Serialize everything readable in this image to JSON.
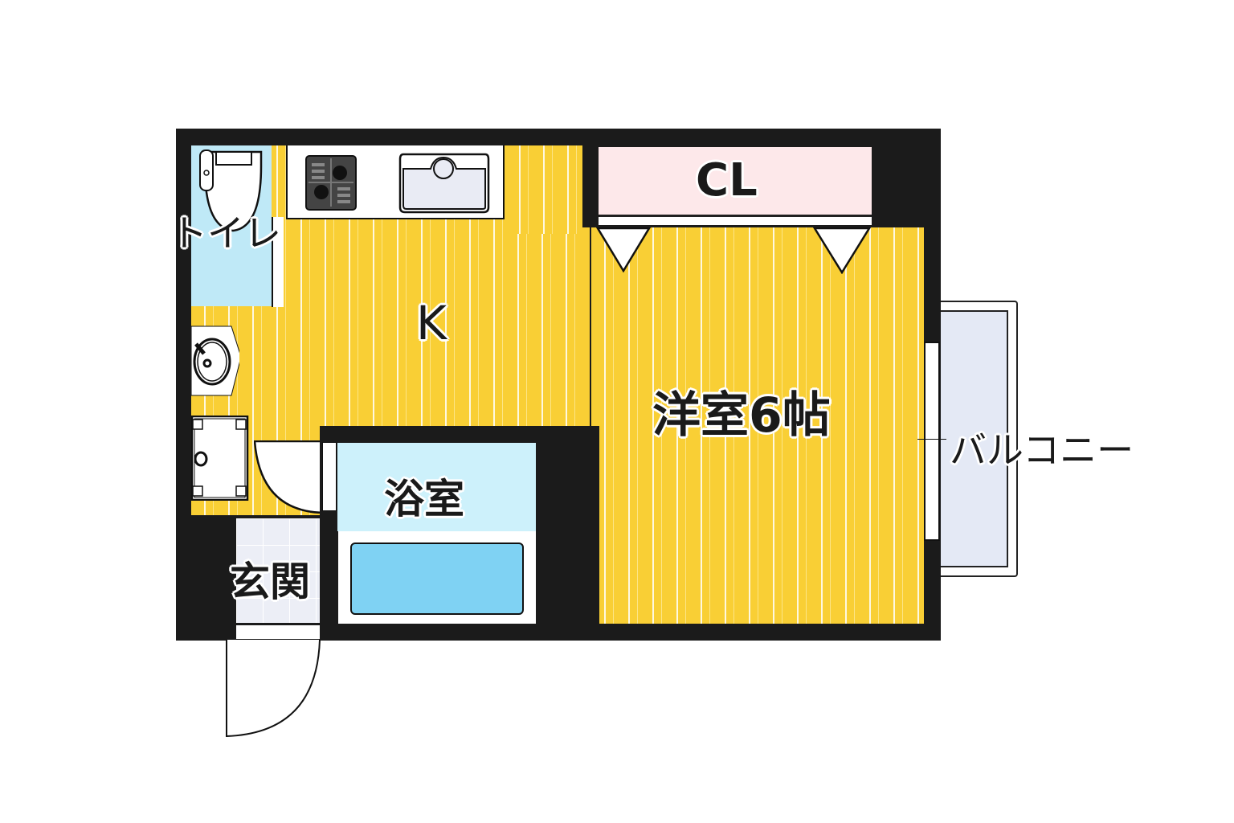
{
  "floorplan": {
    "rooms": {
      "toilet": {
        "label": "トイレ"
      },
      "kitchen": {
        "label": "K"
      },
      "western_room": {
        "label": "洋室6帖"
      },
      "closet": {
        "label": "CL"
      },
      "bathroom": {
        "label": "浴室"
      },
      "entrance": {
        "label": "玄関"
      },
      "balcony": {
        "label": "バルコニー"
      }
    },
    "fixtures": [
      "gas-stove",
      "kitchen-sink",
      "toilet",
      "wash-basin",
      "washing-machine-pan",
      "bathtub",
      "entry-door",
      "interior-door",
      "sliding-window",
      "closet-doors"
    ],
    "colors": {
      "wall": "#1b1b1b",
      "floor": "#f9cf35",
      "toilet_floor": "#bfe9f7",
      "bath_floor": "#cdf1fb",
      "bathtub": "#7fd2f3",
      "closet": "#fde8ea",
      "balcony": "#e4e9f5"
    }
  }
}
